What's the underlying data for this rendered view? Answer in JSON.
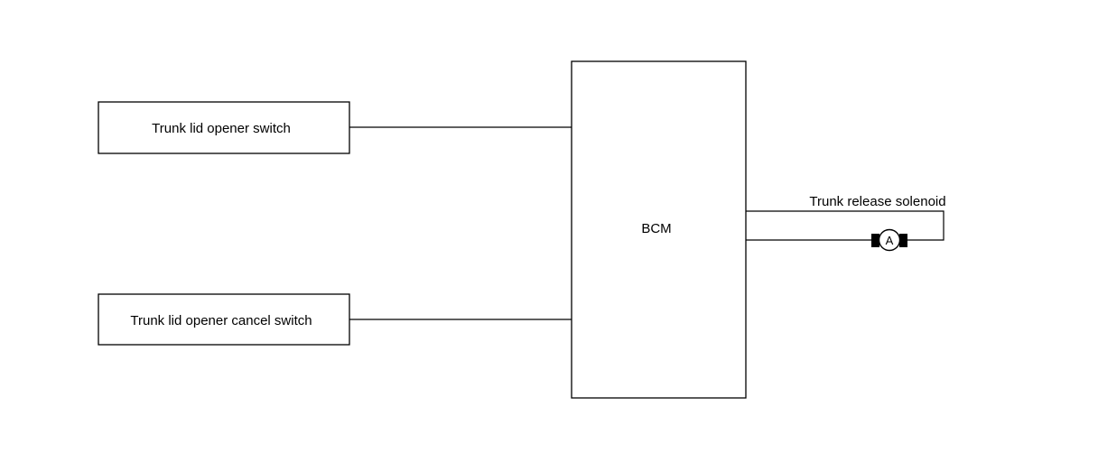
{
  "diagram": {
    "switch1_label": "Trunk lid opener switch",
    "switch2_label": "Trunk lid opener cancel switch",
    "module_label": "BCM",
    "solenoid_label": "Trunk release solenoid",
    "connector_label": "A"
  },
  "colors": {
    "line": "#000000",
    "background": "#ffffff"
  }
}
